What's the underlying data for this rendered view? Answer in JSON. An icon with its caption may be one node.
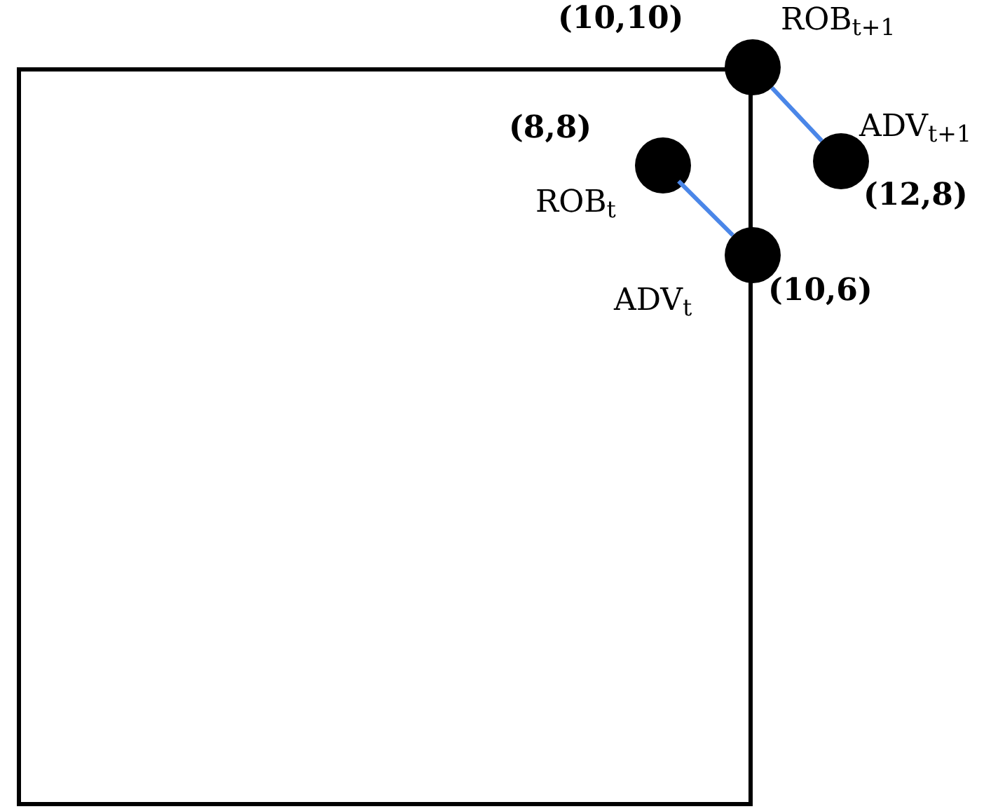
{
  "diagram": {
    "nodes": [
      {
        "text": [],
        "shape": "box"
      },
      {
        "text": [],
        "shape": "circle",
        "beside": [
          "(10,10)",
          "ROB$_{t+1}$"
        ]
      },
      {
        "text": [],
        "shape": "circle",
        "in": 0,
        "beside": [
          "(8,8)",
          "ROB$_{t}$"
        ]
      },
      {
        "text": [],
        "shape": "circle",
        "beside": [
          "ADV$_{t+1}$",
          "(12,8)"
        ]
      },
      {
        "text": [],
        "shape": "circle",
        "beside": [
          "ADV$_{t}$",
          "(10,6)"
        ]
      }
    ],
    "edges": [
      {
        "from": 1,
        "to": 3,
        "arrow": "none"
      },
      {
        "from": 2,
        "to": 4,
        "arrow": "none"
      }
    ]
  }
}
